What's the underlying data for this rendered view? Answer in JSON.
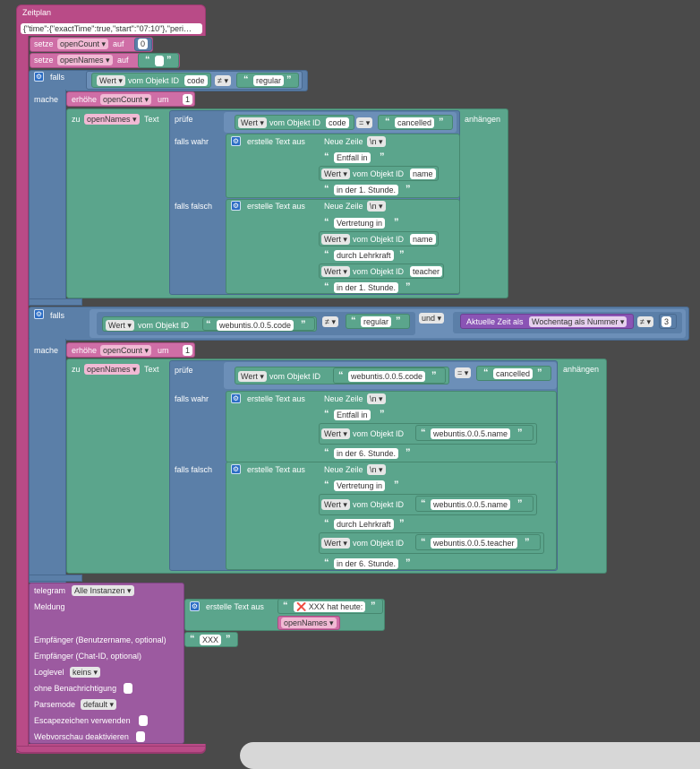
{
  "header": {
    "title": "Zeitplan",
    "config": "{\"time\":{\"exactTime\":true,\"start\":\"07:10\"},\"peri…"
  },
  "init": {
    "setze": "setze",
    "auf": "auf",
    "var1": "openCount",
    "val1": "0",
    "var2": "openNames",
    "q_open": "“",
    "q_close": "”"
  },
  "block1": {
    "falls": "falls",
    "mache": "mache",
    "wert": "Wert",
    "vom_objekt": "vom Objekt ID",
    "id": "code",
    "op": "≠",
    "regular": "regular",
    "erhoehe": "erhöhe",
    "counter": "openCount",
    "um": "um",
    "num": "1",
    "zu": "zu",
    "names": "openNames",
    "text": "Text",
    "anhaengen": "anhängen",
    "pruefe": "prüfe",
    "eq": "=",
    "cancelled": "cancelled",
    "falls_wahr": "falls wahr",
    "falls_falsch": "falls falsch",
    "erstelle": "erstelle Text aus",
    "neue_zeile": "Neue Zeile",
    "nl": "\\n",
    "entfall": "Entfall in",
    "name_id": "name",
    "stunde": "in der 1. Stunde.",
    "vertretung": "Vertretung in",
    "durch": "durch Lehrkraft",
    "teacher_id": "teacher"
  },
  "block2": {
    "code_id": "webuntis.0.0.5.code",
    "und": "und",
    "aktuelle": "Aktuelle Zeit als",
    "wochentag": "Wochentag als Nummer",
    "num3": "3",
    "name_id": "webuntis.0.0.5.name",
    "teacher_id": "webuntis.0.0.5.teacher",
    "stunde": "in der 6. Stunde."
  },
  "telegram": {
    "label": "telegram",
    "instances": "Alle Instanzen",
    "meldung": "Meldung",
    "erstelle": "erstelle Text aus",
    "header_text": "❌ XXX hat heute:",
    "names": "openNames",
    "empf_user": "Empfänger (Benutzername, optional)",
    "user_val": "XXX",
    "empf_chat": "Empfänger (Chat-ID, optional)",
    "loglevel": "Loglevel",
    "loglevel_val": "keins",
    "ohne": "ohne Benachrichtigung",
    "parsemode": "Parsemode",
    "parsemode_val": "default",
    "escape": "Escapezeichen verwenden",
    "webvorschau": "Webvorschau deaktivieren"
  },
  "colors": {
    "event": "#b94b87",
    "logic": "#5b7fa8",
    "text": "#5ba58c",
    "telegram": "#9c5aa0",
    "time": "#8a54b5"
  }
}
